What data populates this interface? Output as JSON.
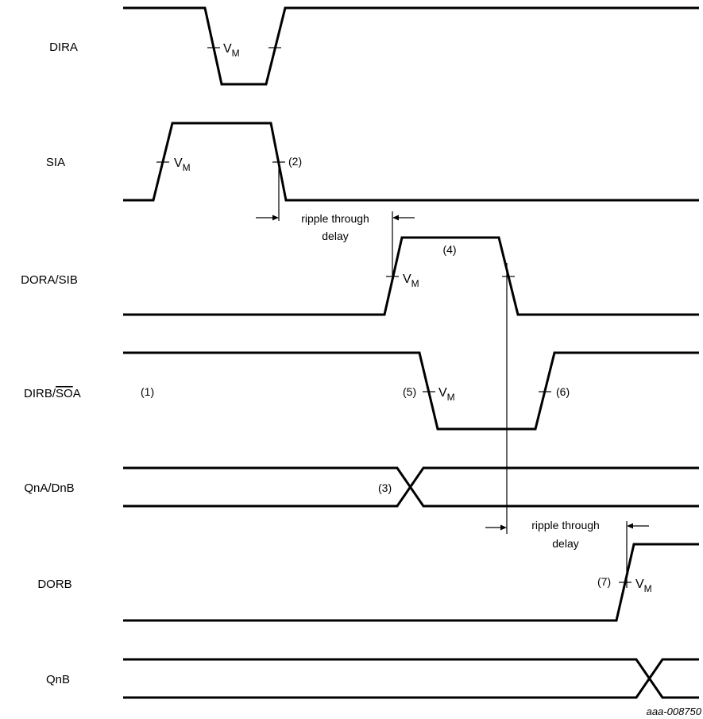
{
  "signals": {
    "dira": "DIRA",
    "sia": "SIA",
    "dora_sib": "DORA/SIB",
    "dirb_soa_prefix": "DIRB/",
    "dirb_soa_overbar": "SO",
    "dirb_soa_suffix": "A",
    "qna_dnb": "QnA/DnB",
    "dorb": "DORB",
    "qnb": "QnB"
  },
  "vm": {
    "main": "V",
    "sub": "M"
  },
  "notes": {
    "n1": "(1)",
    "n2": "(2)",
    "n3": "(3)",
    "n4": "(4)",
    "n5": "(5)",
    "n6": "(6)",
    "n7": "(7)"
  },
  "ripple1": {
    "line1": "ripple through",
    "line2": "delay"
  },
  "ripple2": {
    "line1": "ripple through",
    "line2": "delay"
  },
  "figure_id": "aaa-008750"
}
